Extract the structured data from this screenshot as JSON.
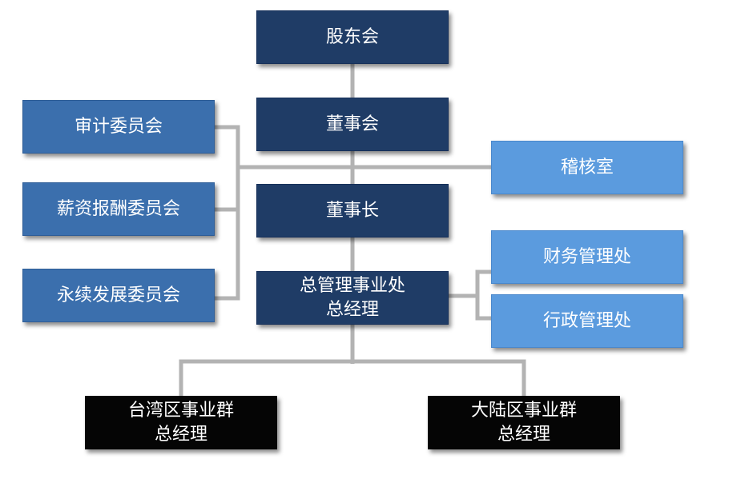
{
  "nodes": {
    "shareholders": "股东会",
    "board": "董事会",
    "chairman": "董事长",
    "gm_office_line1": "总管理事业处",
    "gm_office_line2": "总经理",
    "audit_committee": "审计委员会",
    "compensation_committee": "薪资报酬委员会",
    "sustainability_committee": "永续发展委员会",
    "audit_office": "稽核室",
    "finance_dept": "财务管理处",
    "admin_dept": "行政管理处",
    "taiwan_group_line1": "台湾区事业群",
    "taiwan_group_line2": "总经理",
    "mainland_group_line1": "大陆区事业群",
    "mainland_group_line2": "总经理"
  },
  "colors": {
    "core": "#1f3c66",
    "committee": "#3b6fad",
    "staff": "#5b9bde",
    "group": "#050505",
    "connector": "#b3b3b3"
  }
}
